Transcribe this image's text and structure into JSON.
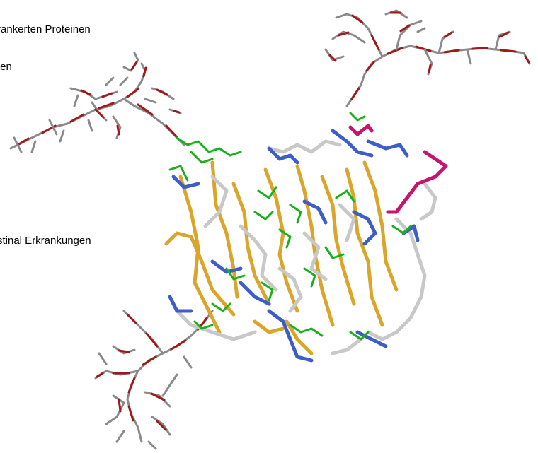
{
  "text_fragments": {
    "line1": "rankerten Proteinen",
    "line2": "ten",
    "line3": "stinal Erkrankungen"
  },
  "colors": {
    "background": "#ffffff",
    "text": "#000000",
    "backbone_gold": "#d9a52a",
    "backbone_gray": "#c8c8c8",
    "backbone_blue": "#3d5ec8",
    "sidechain_green": "#19b019",
    "segment_magenta": "#c8146e",
    "glycan_gray": "#8a8a8a",
    "glycan_red": "#a01818"
  }
}
